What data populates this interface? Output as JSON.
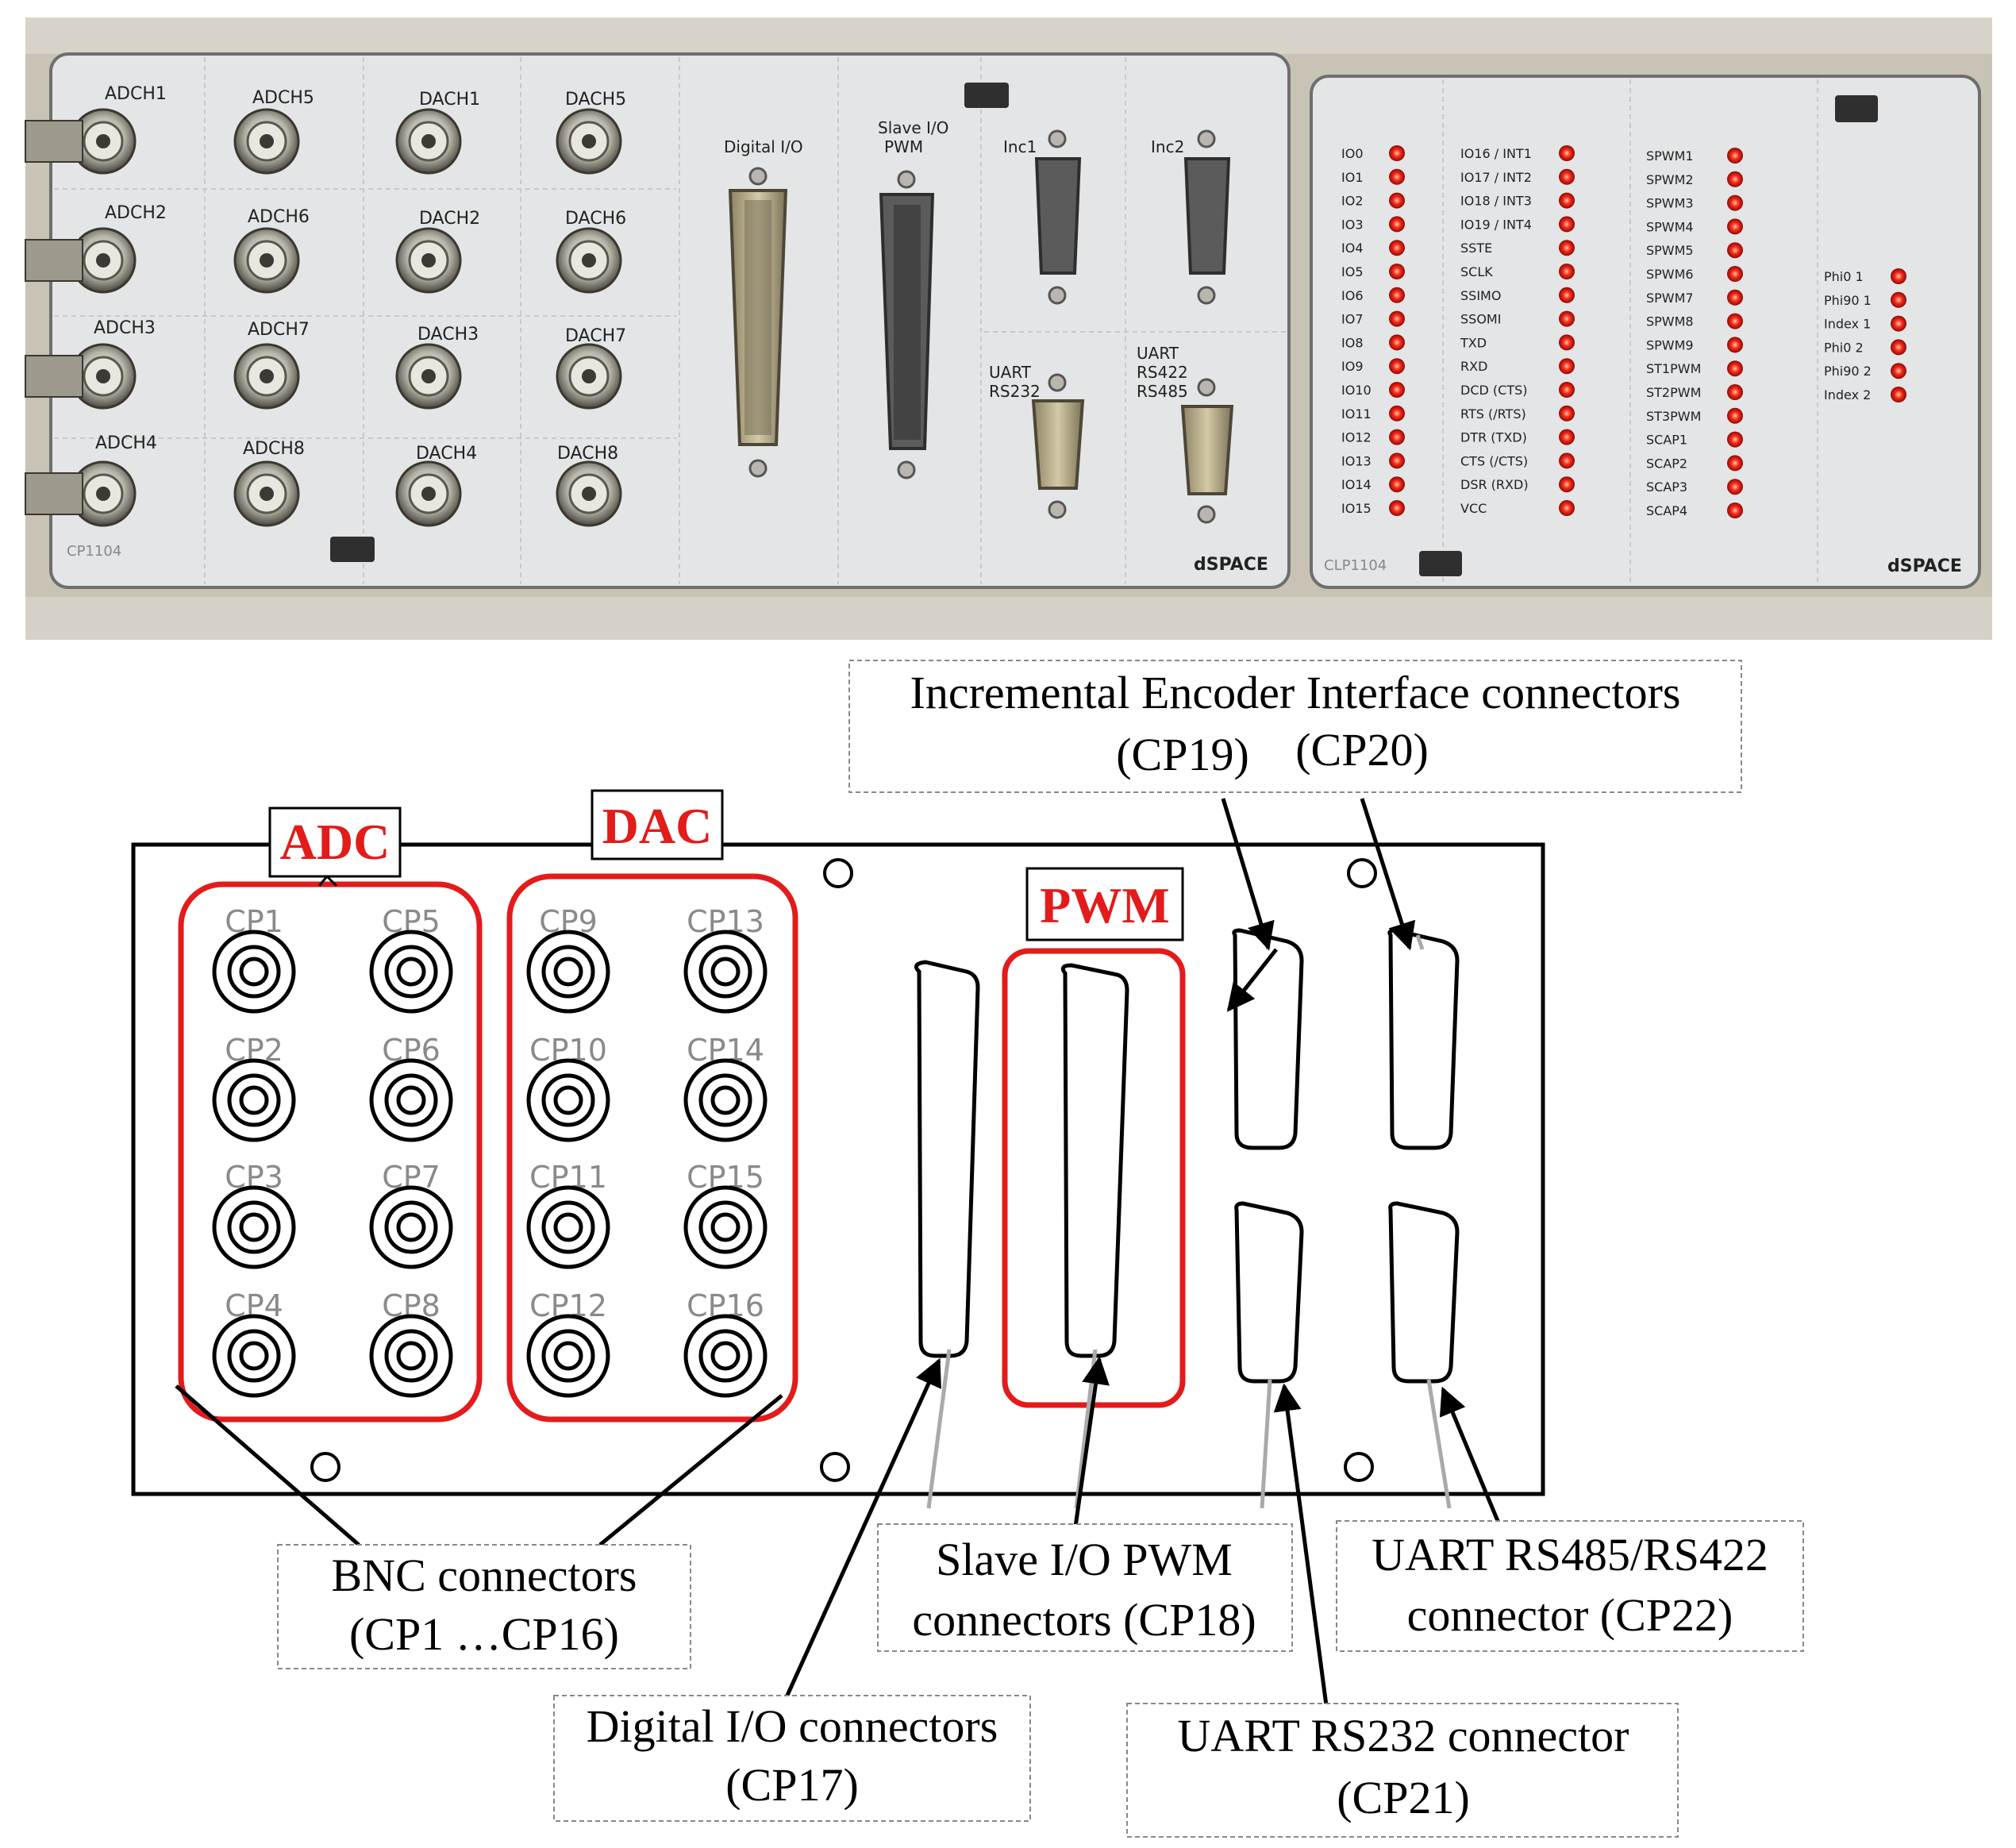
{
  "photo": {
    "left_panel": {
      "model": "CP1104",
      "brand": "dSPACE",
      "adc_labels": [
        "ADCH1",
        "ADCH2",
        "ADCH3",
        "ADCH4",
        "ADCH5",
        "ADCH6",
        "ADCH7",
        "ADCH8"
      ],
      "dac_labels": [
        "DACH1",
        "DACH2",
        "DACH3",
        "DACH4",
        "DACH5",
        "DACH6",
        "DACH7",
        "DACH8"
      ],
      "digital_io_label": "Digital I/O",
      "slave_io_label_1": "Slave I/O",
      "slave_io_label_2": "PWM",
      "inc1_label": "Inc1",
      "inc2_label": "Inc2",
      "uart232_label_1": "UART",
      "uart232_label_2": "RS232",
      "uart422_label_1": "UART",
      "uart422_label_2": "RS422",
      "uart422_label_3": "RS485"
    },
    "right_panel": {
      "model": "CLP1104",
      "brand": "dSPACE",
      "col1": [
        "IO0",
        "IO1",
        "IO2",
        "IO3",
        "IO4",
        "IO5",
        "IO6",
        "IO7",
        "IO8",
        "IO9",
        "IO10",
        "IO11",
        "IO12",
        "IO13",
        "IO14",
        "IO15"
      ],
      "col2": [
        "IO16 / INT1",
        "IO17 / INT2",
        "IO18 / INT3",
        "IO19 / INT4",
        "SSTE",
        "SCLK",
        "SSIMO",
        "SSOMI",
        "TXD",
        "RXD",
        "DCD (CTS)",
        "RTS (/RTS)",
        "DTR (TXD)",
        "CTS (/CTS)",
        "DSR (RXD)",
        "VCC"
      ],
      "col3": [
        "SPWM1",
        "SPWM2",
        "SPWM3",
        "SPWM4",
        "SPWM5",
        "SPWM6",
        "SPWM7",
        "SPWM8",
        "SPWM9",
        "ST1PWM",
        "ST2PWM",
        "ST3PWM",
        "SCAP1",
        "SCAP2",
        "SCAP3",
        "SCAP4"
      ],
      "col4": [
        "Phi0 1",
        "Phi90 1",
        "Index 1",
        "Phi0 2",
        "Phi90 2",
        "Index 2"
      ]
    }
  },
  "diagram": {
    "adc_title": "ADC",
    "dac_title": "DAC",
    "pwm_title": "PWM",
    "cp_labels": [
      "CP1",
      "CP2",
      "CP3",
      "CP4",
      "CP5",
      "CP6",
      "CP7",
      "CP8",
      "CP9",
      "CP10",
      "CP11",
      "CP12",
      "CP13",
      "CP14",
      "CP15",
      "CP16"
    ],
    "callouts": {
      "encoder_line1": "Incremental Encoder Interface connectors",
      "encoder_line2a": "(CP19)",
      "encoder_line2b": "(CP20)",
      "bnc_line1": "BNC connectors",
      "bnc_line2": "(CP1 …CP16)",
      "digital_line1": "Digital I/O connectors",
      "digital_line2": "(CP17)",
      "slave_line1": "Slave I/O PWM",
      "slave_line2": "connectors (CP18)",
      "rs232_line1": "UART RS232 connector",
      "rs232_line2": "(CP21)",
      "rs485_line1": "UART RS485/RS422",
      "rs485_line2": "connector (CP22)"
    }
  },
  "colors": {
    "accent_red": "#e31b1b",
    "led_red": "#ff2a1a",
    "panel_face": "#e3e5e6",
    "chassis": "#c9c3b6"
  }
}
